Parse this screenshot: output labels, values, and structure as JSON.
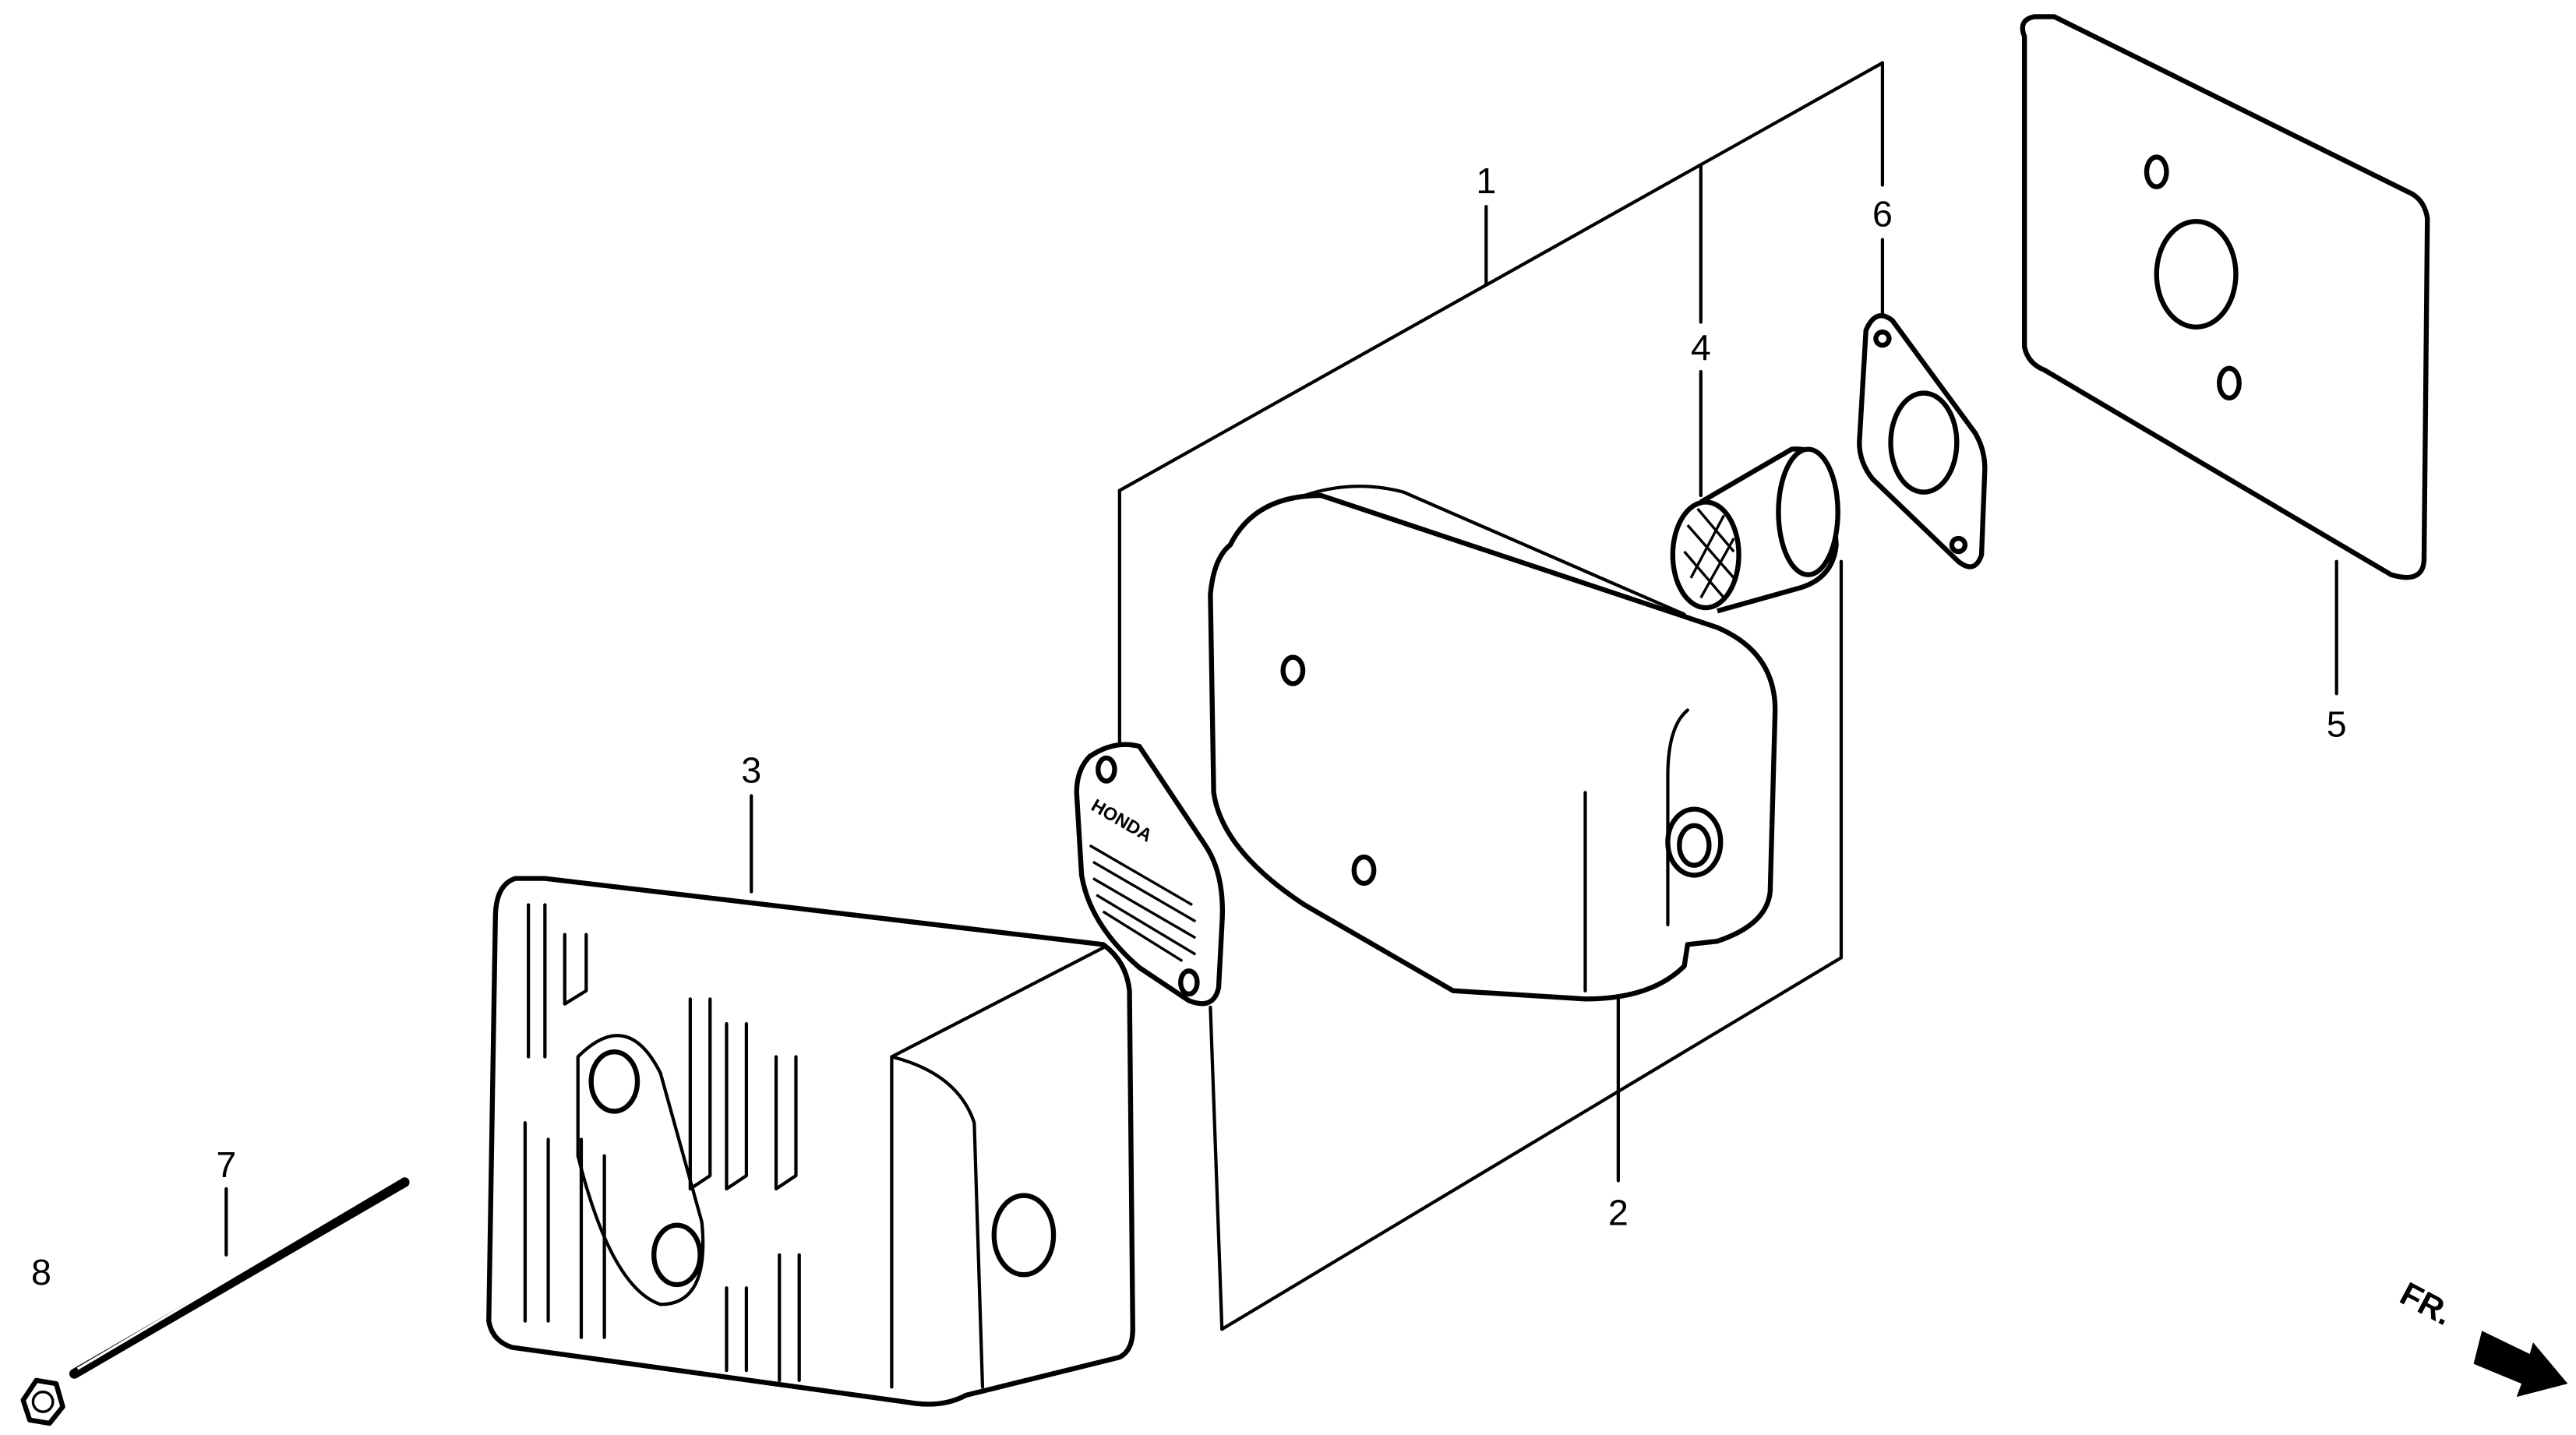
{
  "diagram": {
    "title": "Muffler exploded parts diagram",
    "callouts": [
      {
        "number": "1"
      },
      {
        "number": "2"
      },
      {
        "number": "3"
      },
      {
        "number": "4"
      },
      {
        "number": "5"
      },
      {
        "number": "6"
      },
      {
        "number": "7"
      },
      {
        "number": "8"
      }
    ],
    "plate_logo": "HONDA",
    "direction_marker": "FR."
  }
}
